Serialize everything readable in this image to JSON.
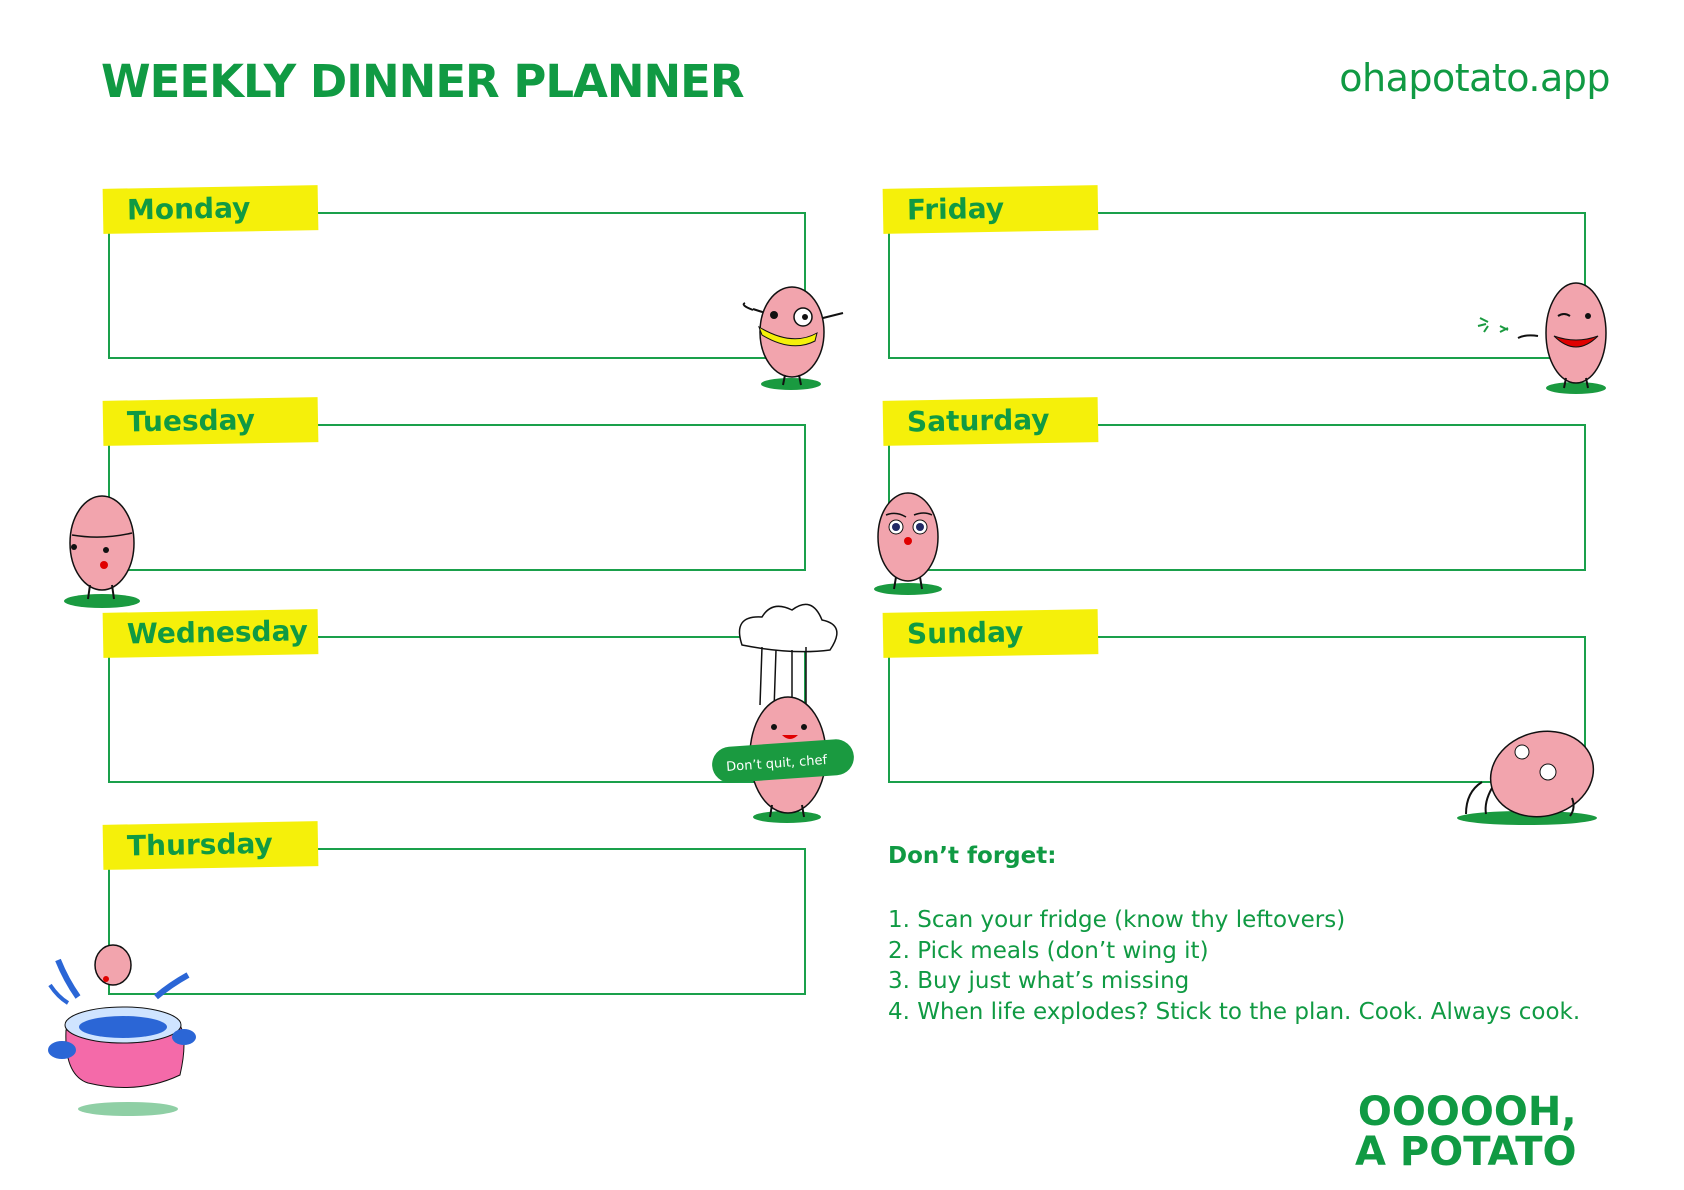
{
  "header": {
    "title": "WEEKLY DINNER PLANNER",
    "site": "ohapotato.app"
  },
  "days": [
    {
      "label": "Monday"
    },
    {
      "label": "Tuesday"
    },
    {
      "label": "Wednesday"
    },
    {
      "label": "Thursday"
    },
    {
      "label": "Friday"
    },
    {
      "label": "Saturday"
    },
    {
      "label": "Sunday"
    }
  ],
  "sign_text": "Don’t quit, chef",
  "reminders": {
    "heading": "Don’t forget:",
    "items": [
      "1. Scan your fridge (know thy leftovers)",
      "2. Pick meals (don’t wing it)",
      "3. Buy just what’s missing",
      "4. When life explodes? Stick to the plan. Cook. Always cook."
    ]
  },
  "logo": {
    "line1": "OOOOOH,",
    "line2": "A POTATO"
  },
  "colors": {
    "green": "#109a43",
    "yellow": "#f5f00a",
    "potato": "#f2a4ad",
    "background": "#ffffff"
  }
}
